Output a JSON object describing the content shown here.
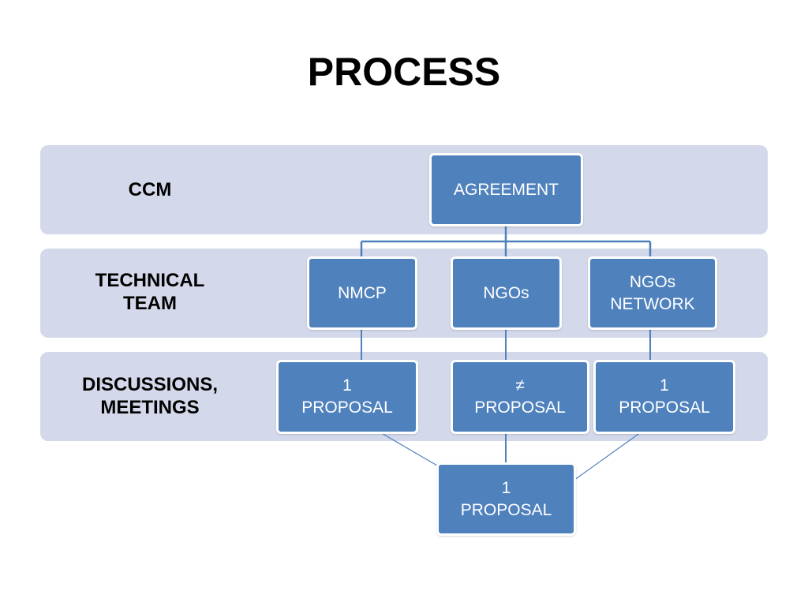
{
  "title": "PROCESS",
  "rows": {
    "ccm": "CCM",
    "technical_team": [
      "TECHNICAL",
      "TEAM"
    ],
    "discussions": [
      "DISCUSSIONS,",
      "MEETINGS"
    ]
  },
  "nodes": {
    "agreement": [
      "AGREEMENT"
    ],
    "nmcp": [
      "NMCP"
    ],
    "ngos": [
      "NGOs"
    ],
    "ngos_network": [
      "NGOs",
      "NETWORK"
    ],
    "proposal_left": [
      "1",
      "PROPOSAL"
    ],
    "proposal_middle": [
      "≠",
      "PROPOSAL"
    ],
    "proposal_right": [
      "1",
      "PROPOSAL"
    ],
    "proposal_final": [
      "1",
      "PROPOSAL"
    ]
  },
  "colors": {
    "band": "#d3d9ea",
    "node_fill": "#4f81bd",
    "connector": "#4f81bd"
  }
}
